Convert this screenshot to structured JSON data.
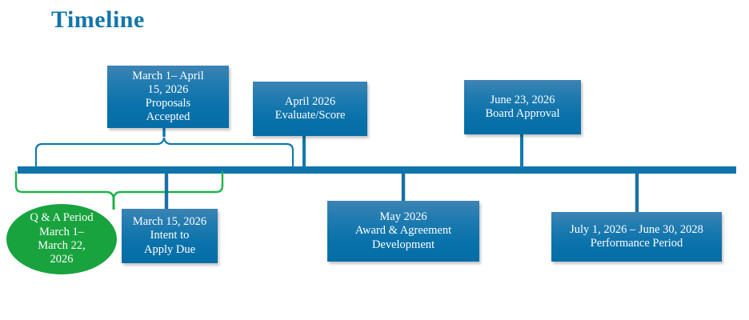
{
  "page": {
    "title": "Timeline",
    "accent_blue": "#1275a8",
    "bar_color": "#0f74ab",
    "box_blue": "#0a72ab",
    "oval_green": "#18a33e",
    "brace_blue": "#1179ae",
    "brace_green": "#1fb24a",
    "text_white": "#ffffff"
  },
  "timeline": {
    "bar_label": "timeline-axis-bar",
    "above_items": [
      {
        "id": "proposals-accepted",
        "lines": [
          "March 1– April",
          "15, 2026",
          "Proposals",
          "Accepted"
        ],
        "connector": "brace-blue"
      },
      {
        "id": "evaluate-score",
        "lines": [
          "April 2026",
          "Evaluate/Score"
        ],
        "connector": "line"
      },
      {
        "id": "board-approval",
        "lines": [
          "June 23, 2026",
          "Board Approval"
        ],
        "connector": "line"
      }
    ],
    "below_items": [
      {
        "id": "qa-period",
        "lines": [
          "Q & A Period",
          "March 1–",
          "March 22,",
          "2026"
        ],
        "connector": "brace-green",
        "shape": "oval"
      },
      {
        "id": "intent-to-apply-due",
        "lines": [
          "March 15, 2026",
          "Intent to",
          "Apply Due"
        ],
        "connector": "line"
      },
      {
        "id": "award-agreement-development",
        "lines": [
          "May 2026",
          "Award & Agreement",
          "Development"
        ],
        "connector": "line"
      },
      {
        "id": "performance-period",
        "lines": [
          "July 1, 2026 – June 30, 2028",
          "Performance Period"
        ],
        "connector": "line"
      }
    ]
  }
}
